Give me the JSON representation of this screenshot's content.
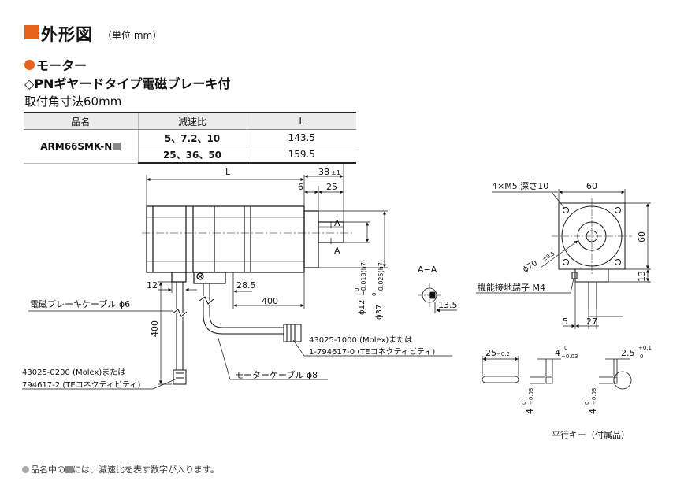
{
  "header": {
    "title": "外形図",
    "unit": "（単位 mm）"
  },
  "section": {
    "category": "モーター",
    "type": "◇PNギヤードタイプ電磁ブレーキ付",
    "size": "取付角寸法60mm"
  },
  "spec_table": {
    "headers": [
      "品名",
      "減速比",
      "L"
    ],
    "model": "ARM66SMK-N",
    "rows": [
      {
        "ratio": "5、7.2、10",
        "L": "143.5"
      },
      {
        "ratio": "25、36、50",
        "L": "159.5"
      }
    ]
  },
  "drawing": {
    "dim_L": "L",
    "dim_38": "38",
    "tol_38": "±1",
    "dim_6": "6",
    "dim_25": "25",
    "section_mark": "A",
    "dim_12": "12",
    "dim_28_5": "28.5",
    "dim_400_h": "400",
    "dim_400_v": "400",
    "shaft_d1": "ϕ12",
    "shaft_d1_tol": "0",
    "shaft_d1_tol2": "−0.018(h7)",
    "shaft_d2": "ϕ37",
    "shaft_d2_tol": "0",
    "shaft_d2_tol2": "−0.025(h7)",
    "aa_label": "A−A",
    "dim_13_5": "13.5",
    "brake_cable": "電磁ブレーキケーブル ϕ6",
    "conn1_line1": "43025-0200 (Molex)または",
    "conn1_line2": "794617-2 (TEコネクティビティ)",
    "conn2_line1": "43025-1000 (Molex)または",
    "conn2_line2": "1-794617-0 (TEコネクティビティ)",
    "motor_cable": "モーターケーブル ϕ8",
    "holes": "4×M5 深さ10",
    "dim_60_top": "60",
    "dim_60_side": "60",
    "pcd": "ϕ70",
    "pcd_tol": "±0.5",
    "terminal": "機能接地端子 M4",
    "dim_13": "13",
    "dim_5": "5",
    "dim_27": "27",
    "key_len": "25",
    "key_len_tol": "−0.2",
    "key_w": "4",
    "key_w_tol1": "0",
    "key_w_tol2": "−0.03",
    "key_h": "4",
    "key_h_tol1": "0",
    "key_h_tol2": "−0.03",
    "key_t": "2.5",
    "key_t_tol1": "+0.1",
    "key_t_tol2": "0",
    "key_caption": "平行キー（付属品）"
  },
  "footnote": "品名中の",
  "footnote_rest": "には、減速比を表す数字が入ります。"
}
